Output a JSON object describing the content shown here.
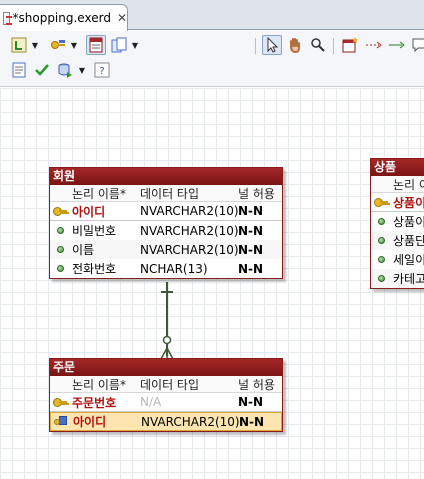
{
  "editor_tab": {
    "title": "*shopping.exerd",
    "close_glyph": "✕"
  },
  "toolbar": {
    "row1": [
      {
        "name": "logical-view-button",
        "icon": "logical-icon",
        "glyph": "L"
      },
      {
        "name": "display-option-button",
        "icon": "key-shape-icon",
        "glyph": "🔑"
      },
      {
        "name": "table-view-button",
        "icon": "table-icon",
        "glyph": "▤"
      },
      {
        "name": "copy-view-button",
        "icon": "copy-icon",
        "glyph": "▦"
      },
      {
        "name": "select-tool-button",
        "icon": "pointer-icon",
        "glyph": "↖"
      },
      {
        "name": "hand-tool-button",
        "icon": "hand-icon",
        "glyph": "✋"
      },
      {
        "name": "zoom-tool-button",
        "icon": "magnifier-icon",
        "glyph": "⌕"
      },
      {
        "name": "add-table-button",
        "icon": "new-table-icon",
        "glyph": "▣"
      },
      {
        "name": "identifying-relation-button",
        "icon": "dashed-relation-icon",
        "glyph": "⇢"
      },
      {
        "name": "non-identifying-relation-button",
        "icon": "solid-relation-icon",
        "glyph": "→"
      },
      {
        "name": "note-button",
        "icon": "note-icon",
        "glyph": "▭"
      }
    ],
    "row2": [
      {
        "name": "report-button",
        "icon": "report-icon",
        "glyph": "▤"
      },
      {
        "name": "validate-button",
        "icon": "check-icon",
        "glyph": "✔"
      },
      {
        "name": "forward-engineer-button",
        "icon": "database-icon",
        "glyph": "⛁"
      },
      {
        "name": "help-button",
        "icon": "help-icon",
        "glyph": "?"
      }
    ]
  },
  "entities": {
    "member": {
      "name": "회원",
      "columns": {
        "logical": "논리 이름*",
        "type": "데이터 타입",
        "null": "널 허용"
      },
      "attributes": [
        {
          "name": "아이디",
          "type": "NVARCHAR2(10)",
          "null": "N-N",
          "key": "pk"
        },
        {
          "name": "비밀번호",
          "type": "NVARCHAR2(10)",
          "null": "N-N",
          "key": "none"
        },
        {
          "name": "이름",
          "type": "NVARCHAR2(10)",
          "null": "N-N",
          "key": "none"
        },
        {
          "name": "전화번호",
          "type": "NCHAR(13)",
          "null": "N-N",
          "key": "none"
        }
      ]
    },
    "order": {
      "name": "주문",
      "columns": {
        "logical": "논리 이름*",
        "type": "데이터 타입",
        "null": "널 허용"
      },
      "attributes": [
        {
          "name": "주문번호",
          "type": "N/A",
          "null": "N-N",
          "key": "pk"
        },
        {
          "name": "아이디",
          "type": "NVARCHAR2(10)",
          "null": "N-N",
          "key": "pfk"
        }
      ]
    },
    "product": {
      "name": "상품",
      "columns": {
        "logical": "논리 이"
      },
      "attributes": [
        {
          "name": "상품이",
          "key": "pk"
        },
        {
          "name": "상품이",
          "key": "none"
        },
        {
          "name": "상품단",
          "key": "none"
        },
        {
          "name": "세일이",
          "key": "none"
        },
        {
          "name": "카테고",
          "key": "none"
        }
      ]
    }
  },
  "colors": {
    "entity_header": "#8a1c1c",
    "pk_text": "#b01010",
    "relationship_line": "#3d5a34",
    "selection": "#fde5b2"
  }
}
